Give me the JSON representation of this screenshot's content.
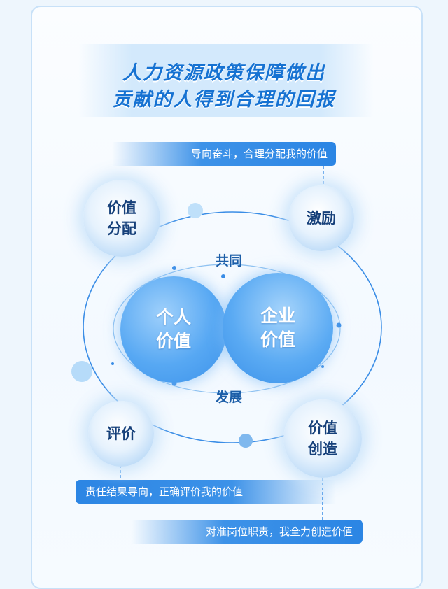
{
  "title": {
    "line1": "人力资源政策保障做出",
    "line2": "贡献的人得到合理的回报"
  },
  "banners": {
    "top": "导向奋斗，合理分配我的价值",
    "middle": "责任结果导向，正确评价我的价值",
    "bottom": "对准岗位职责，我全力创造价值"
  },
  "nodes": {
    "distribution": "价值\n分配",
    "incentive": "激励",
    "evaluation": "评价",
    "creation": "价值\n创造"
  },
  "center": {
    "personal": "个人\n价值",
    "enterprise": "企业\n价值",
    "top_label": "共同",
    "bottom_label": "发展"
  },
  "colors": {
    "accent": "#2b85e4",
    "title": "#1672d2",
    "node_text": "#16407a"
  }
}
